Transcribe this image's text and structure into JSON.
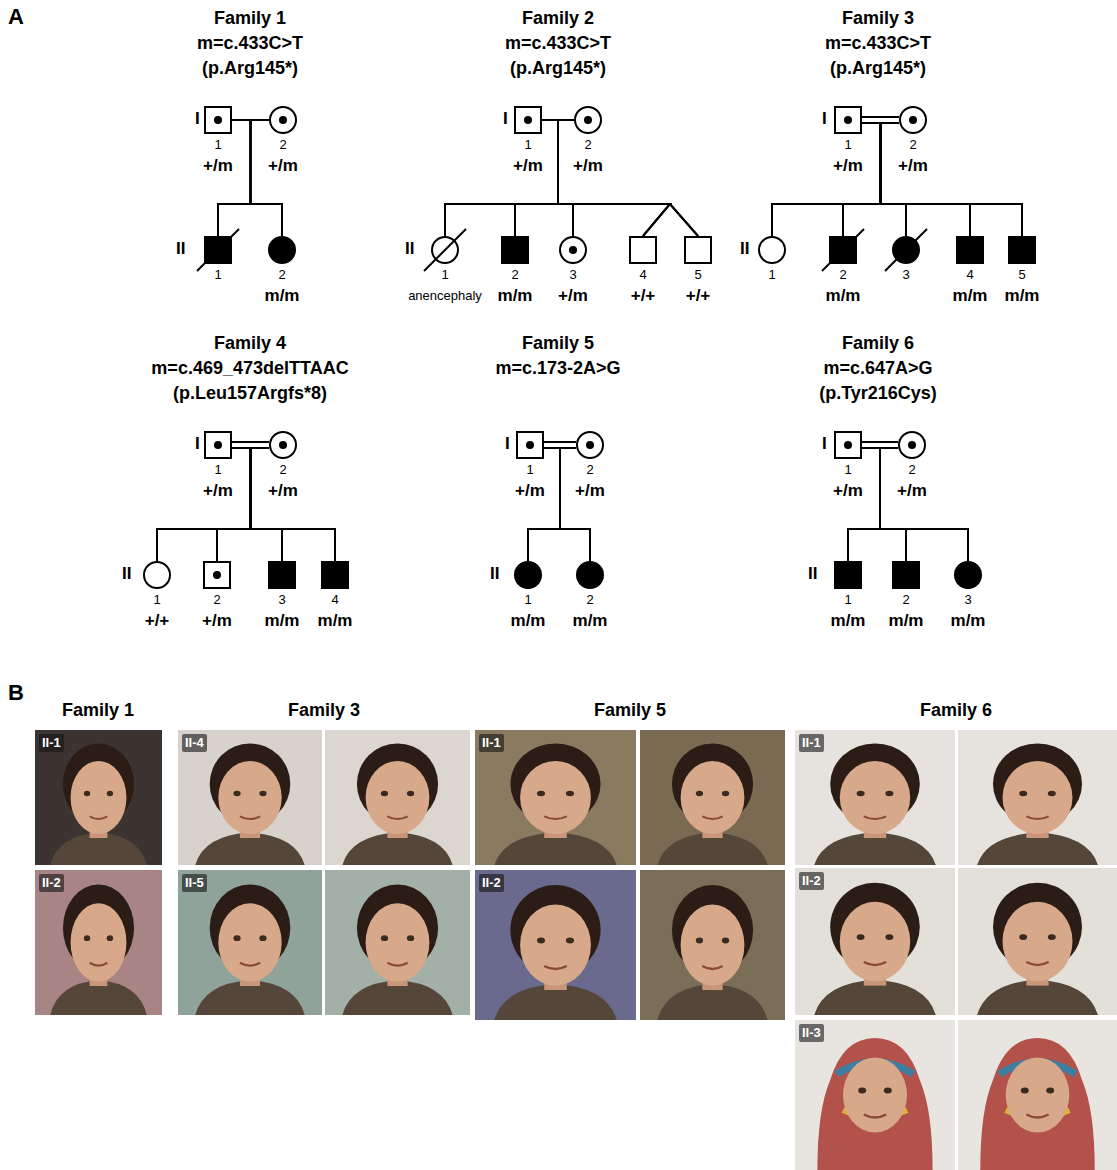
{
  "diagram": {
    "nodes": [
      {
        "text": [
          "1",
          "+/m"
        ]
      },
      {
        "text": [
          "2",
          "+/m"
        ]
      },
      {
        "text": [
          "1"
        ]
      },
      {
        "text": [
          "2",
          "m/m"
        ]
      },
      {
        "text": [
          "1",
          "+/m"
        ]
      },
      {
        "text": [
          "2",
          "+/m"
        ]
      },
      {
        "text": [
          "1",
          "anencephaly"
        ]
      },
      {
        "text": [
          "2",
          "m/m"
        ]
      },
      {
        "text": [
          "3",
          "+/m"
        ]
      },
      {
        "text": [
          "4",
          "+/+"
        ]
      },
      {
        "text": [
          "5",
          "+/+"
        ]
      },
      {
        "text": [
          "1",
          "+/m"
        ]
      },
      {
        "text": [
          "2",
          "+/m"
        ]
      },
      {
        "text": [
          "1"
        ]
      },
      {
        "text": [
          "2",
          "m/m"
        ]
      },
      {
        "text": [
          "3"
        ]
      },
      {
        "text": [
          "4",
          "m/m"
        ]
      },
      {
        "text": [
          "5",
          "m/m"
        ]
      },
      {
        "text": [
          "1",
          "+/m"
        ]
      },
      {
        "text": [
          "2",
          "+/m"
        ]
      },
      {
        "text": [
          "1",
          "+/+"
        ]
      },
      {
        "text": [
          "2",
          "+/m"
        ]
      },
      {
        "text": [
          "3",
          "m/m"
        ]
      },
      {
        "text": [
          "4",
          "m/m"
        ]
      },
      {
        "text": [
          "1",
          "+/m"
        ]
      },
      {
        "text": [
          "2",
          "+/m"
        ]
      },
      {
        "text": [
          "1",
          "m/m"
        ]
      },
      {
        "text": [
          "2",
          "m/m"
        ]
      },
      {
        "text": [
          "1",
          "+/m"
        ]
      },
      {
        "text": [
          "2",
          "+/m"
        ]
      },
      {
        "text": [
          "1",
          "m/m"
        ]
      },
      {
        "text": [
          "2",
          "m/m"
        ]
      },
      {
        "text": [
          "3",
          "m/m"
        ]
      }
    ],
    "edges": [
      {
        "from": 0,
        "to": 1,
        "arrow": "none"
      },
      {
        "from": 0,
        "to": 2,
        "arrow": "none"
      },
      {
        "from": 1,
        "to": 2,
        "arrow": "none"
      },
      {
        "from": 0,
        "to": 3,
        "arrow": "none"
      },
      {
        "from": 1,
        "to": 3,
        "arrow": "none"
      },
      {
        "from": 4,
        "to": 5,
        "arrow": "none"
      },
      {
        "from": 4,
        "to": 6,
        "arrow": "none"
      },
      {
        "from": 5,
        "to": 6,
        "arrow": "none"
      },
      {
        "from": 4,
        "to": 7,
        "arrow": "none"
      },
      {
        "from": 5,
        "to": 7,
        "arrow": "none"
      },
      {
        "from": 4,
        "to": 8,
        "arrow": "none"
      },
      {
        "from": 5,
        "to": 8,
        "arrow": "none"
      },
      {
        "from": 4,
        "to": 9,
        "arrow": "none"
      },
      {
        "from": 5,
        "to": 9,
        "arrow": "none"
      },
      {
        "from": 4,
        "to": 10,
        "arrow": "none"
      },
      {
        "from": 5,
        "to": 10,
        "arrow": "none"
      },
      {
        "from": 11,
        "to": 12,
        "arrow": "none"
      },
      {
        "from": 11,
        "to": 13,
        "arrow": "none"
      },
      {
        "from": 12,
        "to": 13,
        "arrow": "none"
      },
      {
        "from": 11,
        "to": 14,
        "arrow": "none"
      },
      {
        "from": 12,
        "to": 14,
        "arrow": "none"
      },
      {
        "from": 11,
        "to": 15,
        "arrow": "none"
      },
      {
        "from": 12,
        "to": 15,
        "arrow": "none"
      },
      {
        "from": 11,
        "to": 16,
        "arrow": "none"
      },
      {
        "from": 12,
        "to": 16,
        "arrow": "none"
      },
      {
        "from": 11,
        "to": 17,
        "arrow": "none"
      },
      {
        "from": 12,
        "to": 17,
        "arrow": "none"
      },
      {
        "from": 18,
        "to": 19,
        "arrow": "none"
      },
      {
        "from": 18,
        "to": 20,
        "arrow": "none"
      },
      {
        "from": 19,
        "to": 20,
        "arrow": "none"
      },
      {
        "from": 18,
        "to": 21,
        "arrow": "none"
      },
      {
        "from": 19,
        "to": 21,
        "arrow": "none"
      },
      {
        "from": 18,
        "to": 22,
        "arrow": "none"
      },
      {
        "from": 19,
        "to": 22,
        "arrow": "none"
      },
      {
        "from": 18,
        "to": 23,
        "arrow": "none"
      },
      {
        "from": 19,
        "to": 23,
        "arrow": "none"
      },
      {
        "from": 24,
        "to": 25,
        "arrow": "none"
      },
      {
        "from": 24,
        "to": 26,
        "arrow": "none"
      },
      {
        "from": 25,
        "to": 26,
        "arrow": "none"
      },
      {
        "from": 24,
        "to": 27,
        "arrow": "none"
      },
      {
        "from": 25,
        "to": 27,
        "arrow": "none"
      },
      {
        "from": 28,
        "to": 29,
        "arrow": "none"
      },
      {
        "from": 28,
        "to": 30,
        "arrow": "none"
      },
      {
        "from": 29,
        "to": 30,
        "arrow": "none"
      },
      {
        "from": 28,
        "to": 31,
        "arrow": "none"
      },
      {
        "from": 29,
        "to": 31,
        "arrow": "none"
      },
      {
        "from": 28,
        "to": 32,
        "arrow": "none"
      },
      {
        "from": 29,
        "to": 32,
        "arrow": "none"
      }
    ],
    "labels": [
      "A",
      "Family 1",
      "m=c.433C>T",
      "(p.Arg145*)",
      "I",
      "II",
      "Family 2",
      "m=c.433C>T",
      "(p.Arg145*)",
      "I",
      "II",
      "Family 3",
      "m=c.433C>T",
      "(p.Arg145*)",
      "I",
      "II",
      "Family 4",
      "m=c.469_473delTTAAC",
      "(p.Leu157Argfs*8)",
      "I",
      "II",
      "Family 5",
      "m=c.173-2A>G",
      "I",
      "II",
      "Family 6",
      "m=c.647A>G",
      "(p.Tyr216Cys)",
      "I",
      "II",
      "B",
      "Family 1",
      "Family 3",
      "Family 5",
      "Family 6",
      "II-1",
      "II-2",
      "II-4",
      "II-5",
      "II-1",
      "II-2",
      "II-1",
      "II-2",
      "II-3"
    ]
  }
}
